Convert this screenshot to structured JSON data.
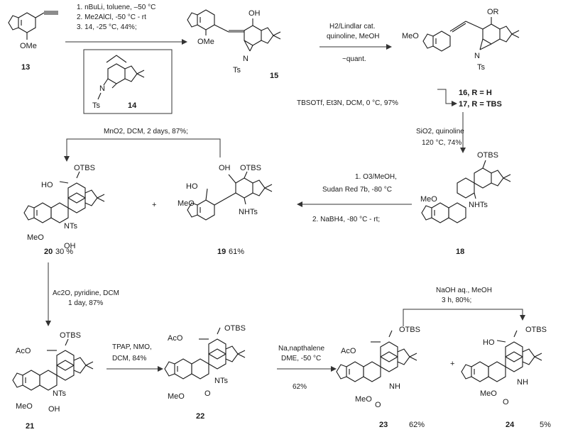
{
  "steps": {
    "s1": {
      "line1": "1. nBuLi, toluene, –50 °C",
      "line2": "2. Me2AlCl, -50 °C - rt",
      "line3": "3. 14, -25 °C, 44%;"
    },
    "s2": {
      "line1": "H2/Lindlar cat.",
      "line2": "quinoline, MeOH",
      "line3": "~quant."
    },
    "s3": {
      "line1": "TBSOTf, Et3N, DCM, 0 °C, 97%",
      "r16": "16, R = H",
      "r17": "17, R = TBS"
    },
    "s4": {
      "line1": "SiO2, quinoline",
      "line2": "120 °C, 74%"
    },
    "s5": {
      "line1": "1. O3/MeOH,",
      "line2": "Sudan Red 7b, -80 °C",
      "line3": "2. NaBH4, -80 °C - rt;"
    },
    "s6": {
      "line1": "MnO2, DCM, 2 days, 87%;"
    },
    "s7": {
      "line1": "Ac2O, pyridine, DCM",
      "line2": "1 day, 87%"
    },
    "s8": {
      "line1": "TPAP, NMO,",
      "line2": "DCM, 84%"
    },
    "s9": {
      "line1": "Na,napthalene",
      "line2": "DME, -50 °C",
      "line3": "62%"
    },
    "s10": {
      "line1": "NaOH aq., MeOH",
      "line2": "3 h, 80%;"
    },
    "plus": "+"
  },
  "compounds": {
    "c13": {
      "id": "13",
      "sub": "OMe"
    },
    "c14": {
      "id": "14",
      "sub1": "N",
      "sub2": "Ts"
    },
    "c15": {
      "id": "15",
      "sub1": "OH",
      "sub2": "OMe",
      "sub3": "N",
      "sub4": "Ts"
    },
    "c16": {
      "sub1": "OR",
      "sub2": "MeO",
      "sub3": "N",
      "sub4": "Ts"
    },
    "c18": {
      "id": "18",
      "sub1": "OTBS",
      "sub2": "MeO",
      "sub3": "NHTs"
    },
    "c19": {
      "id": "19",
      "yield": "61%",
      "sub1": "OH",
      "sub2": "OTBS",
      "sub3": "HO",
      "sub4": "MeO",
      "sub5": "NHTs"
    },
    "c20": {
      "id": "20",
      "yield": "30 %",
      "sub1": "OTBS",
      "sub2": "HO",
      "sub3": "NTs",
      "sub4": "MeO",
      "sub5": "OH"
    },
    "c21": {
      "id": "21",
      "sub1": "OTBS",
      "sub2": "AcO",
      "sub3": "NTs",
      "sub4": "MeO",
      "sub5": "OH"
    },
    "c22": {
      "id": "22",
      "sub1": "OTBS",
      "sub2": "AcO",
      "sub3": "NTs",
      "sub4": "MeO",
      "sub5": "O"
    },
    "c23": {
      "id": "23",
      "yield": "62%",
      "sub1": "OTBS",
      "sub2": "AcO",
      "sub3": "NH",
      "sub4": "MeO",
      "sub5": "O"
    },
    "c24": {
      "id": "24",
      "yield": "5%",
      "sub1": "OTBS",
      "sub2": "HO",
      "sub3": "NH",
      "sub4": "MeO",
      "sub5": "O"
    }
  }
}
